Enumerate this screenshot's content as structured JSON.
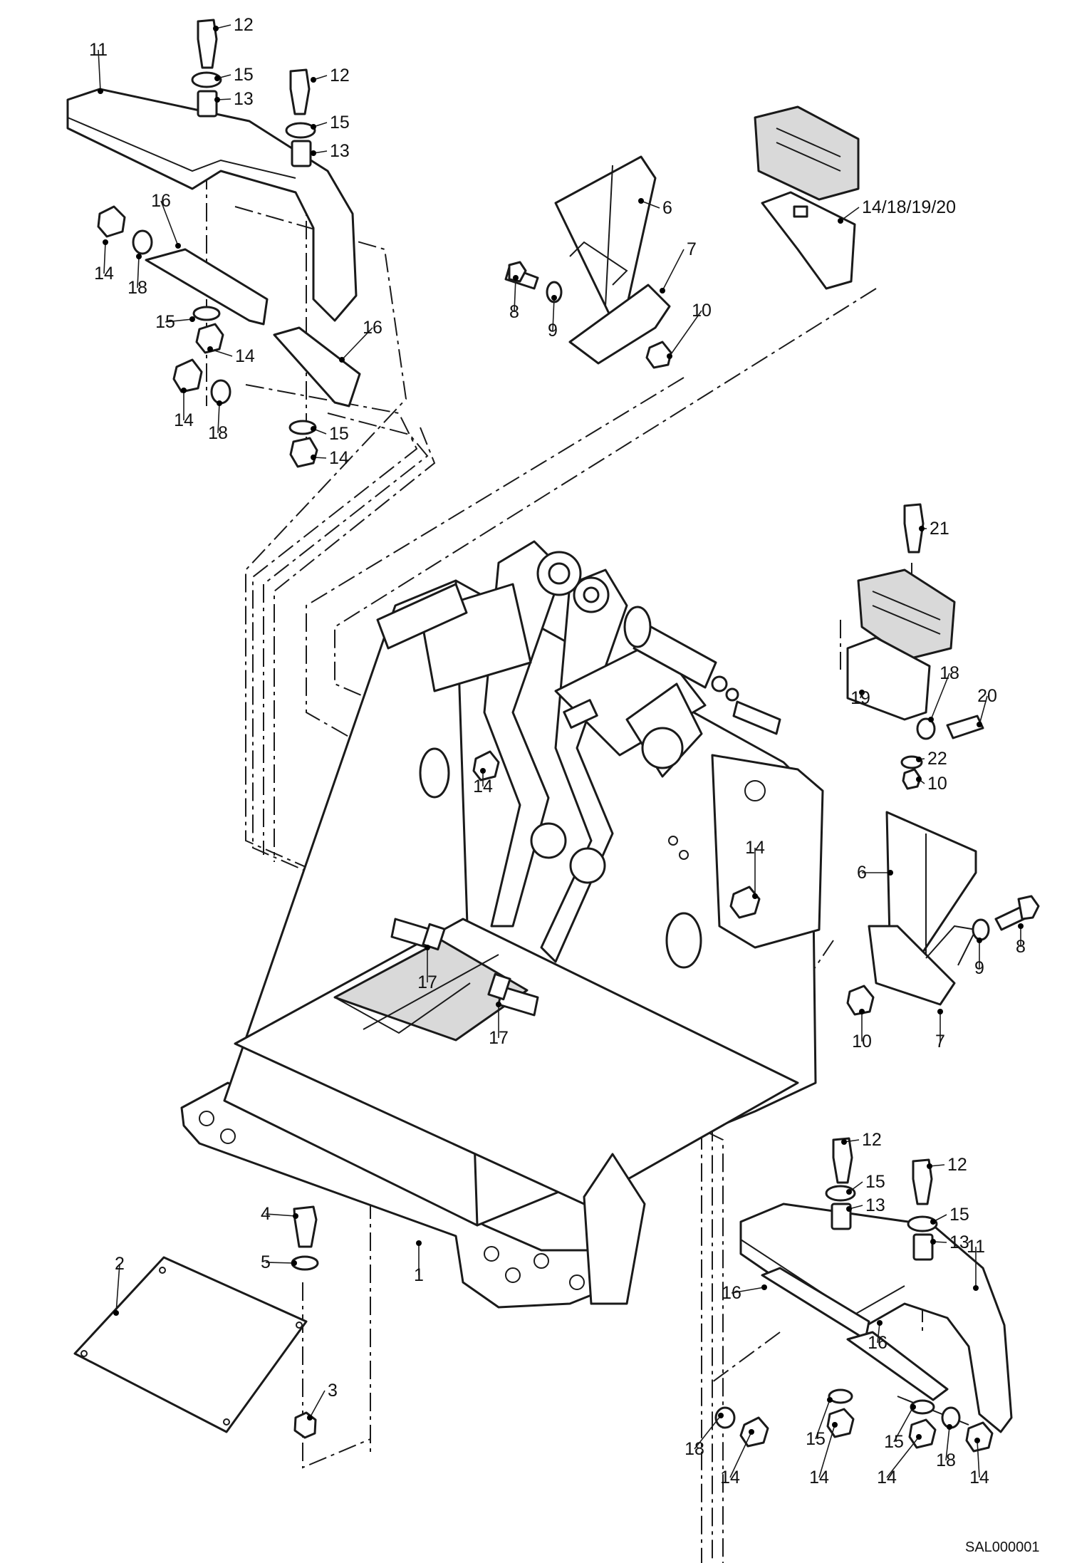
{
  "callouts": {
    "c1": "1",
    "c2": "2",
    "c3": "3",
    "c4": "4",
    "c5": "5",
    "c6": "6",
    "c7": "7",
    "c8": "8",
    "c9": "9",
    "c10": "10",
    "c11": "11",
    "c12": "12",
    "c13": "13",
    "c14": "14",
    "c15": "15",
    "c16": "16",
    "c17": "17",
    "c18": "18",
    "c19": "19",
    "c20": "20",
    "c21": "21",
    "c22": "22",
    "c14_18_19_20": "14/18/19/20"
  },
  "drawing_code": "SAL000001"
}
